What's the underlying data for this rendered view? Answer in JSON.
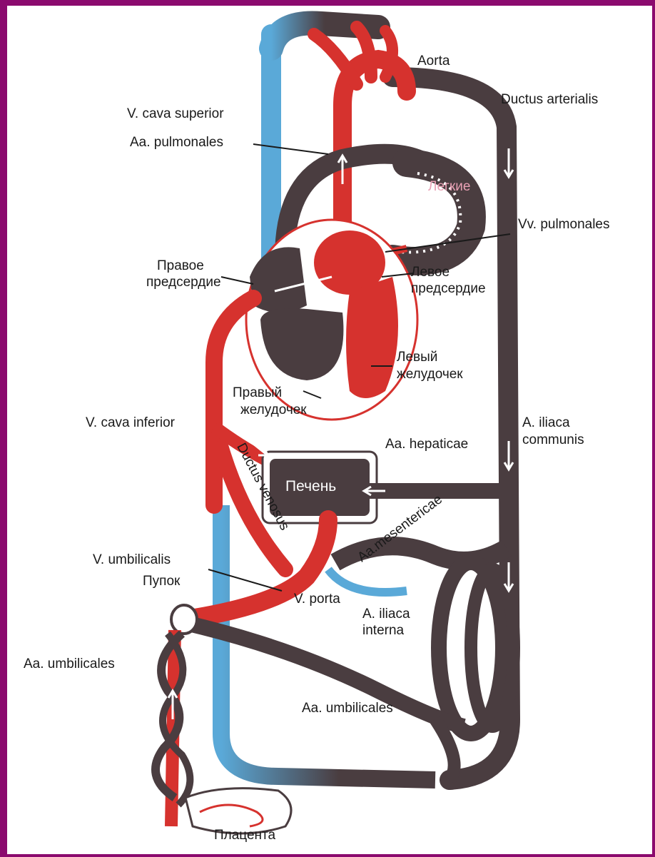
{
  "labels": {
    "aorta": "Aorta",
    "ductus_arterialis": "Ductus arterialis",
    "v_cava_superior": "V. cava superior",
    "aa_pulmonales": "Aa. pulmonales",
    "legkie": "Легкие",
    "vv_pulmonales": "Vv. pulmonales",
    "pravoe_predserdie_1": "Правое",
    "pravoe_predserdie_2": "предсердие",
    "levoe_predserdie_1": "Левое",
    "levoe_predserdie_2": "предсердие",
    "levyi_zheludochek_1": "Левый",
    "levyi_zheludochek_2": "желудочек",
    "pravyi_zheludochek_1": "Правый",
    "pravyi_zheludochek_2": "желудочек",
    "v_cava_inferior": "V. cava inferior",
    "a_iliaca_communis_1": "A. iliaca",
    "a_iliaca_communis_2": "communis",
    "aa_hepaticae": "Aa. hepaticae",
    "ductus_venosus": "Ductus venosus",
    "pechen": "Печень",
    "aa_mesentericae": "Aa.mesentericae",
    "v_umbilicalis": "V. umbilicalis",
    "pupok": "Пупок",
    "v_porta": "V. porta",
    "a_iliaca_interna_1": "A. iliaca",
    "a_iliaca_interna_2": "interna",
    "aa_umbilicales_left": "Aa. umbilicales",
    "aa_umbilicales_bottom": "Aa. umbilicales",
    "placenta": "Плацента"
  },
  "colors": {
    "arterial": "#d6322e",
    "venous": "#5aa9d8",
    "mixed": "#4a3d40",
    "frame": "#8b0a6e"
  }
}
